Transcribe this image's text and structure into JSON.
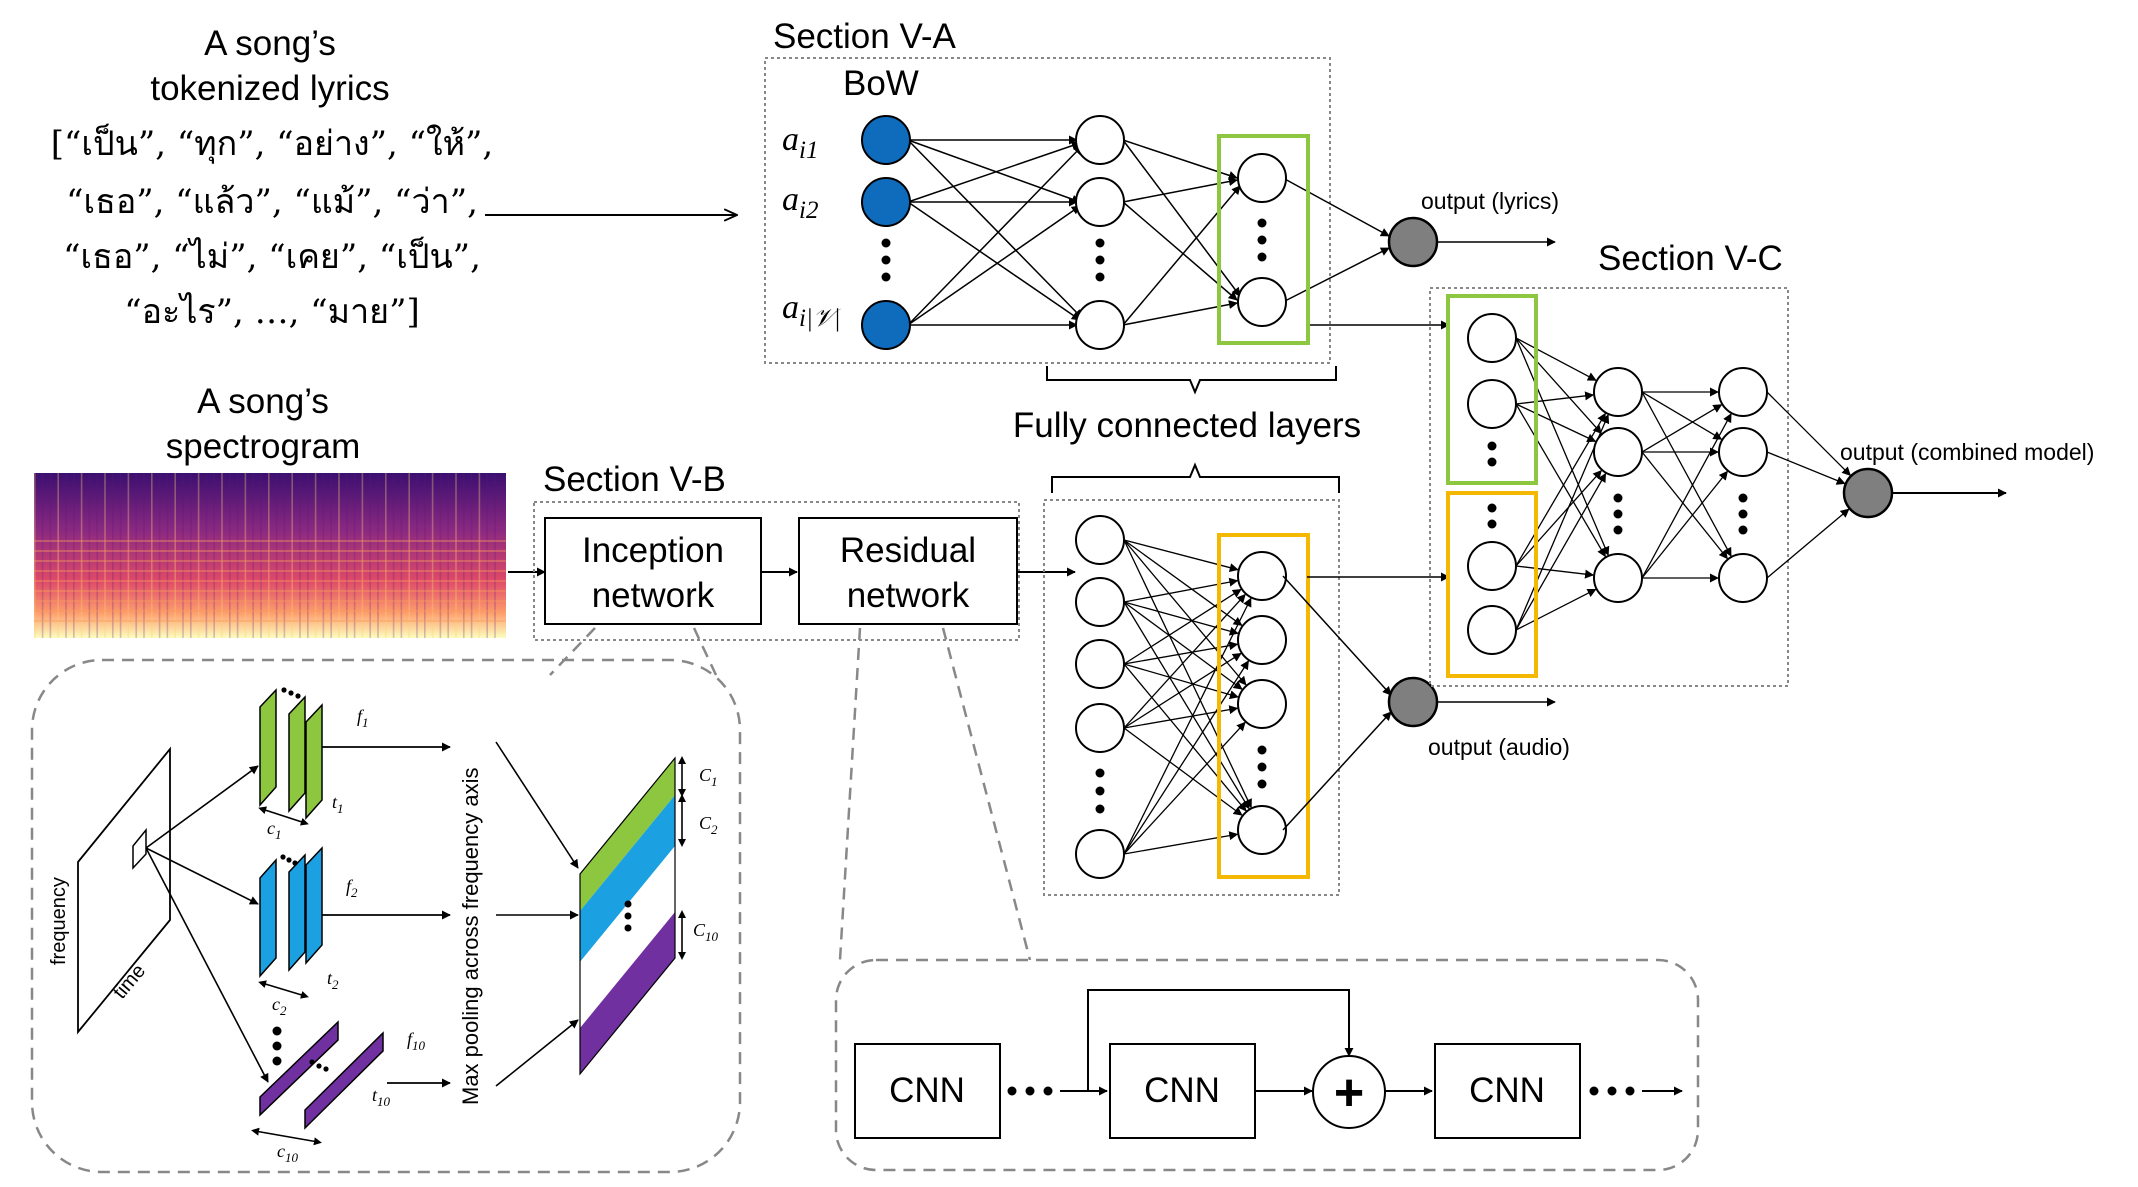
{
  "lyrics": {
    "title_line1": "A song’s",
    "title_line2": "tokenized lyrics",
    "tokens_line1": "[“เป็น”, “ทุก”, “อย่าง”, “ให้”,",
    "tokens_line2": "“เธอ”, “แล้ว”, “แม้”, “ว่า”,",
    "tokens_line3": "“เธอ”, “ไม่”, “เคย”, “เป็น”,",
    "tokens_line4": "“อะไร”, …, “มาย”]"
  },
  "spectrogram": {
    "title_line1": "A song’s",
    "title_line2": "spectrogram"
  },
  "section_a": {
    "title": "Section V-A",
    "bow_label": "BoW",
    "input1_base": "a",
    "input1_sub": "i1",
    "input2_base": "a",
    "input2_sub": "i2",
    "input3_base": "a",
    "input3_sub": "i|𝒱|",
    "output_label": "output (lyrics)"
  },
  "fully_connected_label": "Fully connected layers",
  "section_b": {
    "title": "Section V-B",
    "inception_line1": "Inception",
    "inception_line2": "network",
    "residual_line1": "Residual",
    "residual_line2": "network",
    "output_label": "output (audio)"
  },
  "section_c": {
    "title": "Section V-C",
    "output_label": "output (combined model)"
  },
  "inception_detail": {
    "frequency_label": "frequency",
    "time_label": "time",
    "f1": "f",
    "f1_sub": "1",
    "t1": "t",
    "t1_sub": "1",
    "c1": "c",
    "c1_sub": "1",
    "f2": "f",
    "f2_sub": "2",
    "t2": "t",
    "t2_sub": "2",
    "c2": "c",
    "c2_sub": "2",
    "f10": "f",
    "f10_sub": "10",
    "t10": "t",
    "t10_sub": "10",
    "c10": "c",
    "c10_sub": "10",
    "pool_label": "Max pooling across frequency axis",
    "out_c1": "C",
    "out_c1_sub": "1",
    "out_c2": "C",
    "out_c2_sub": "2",
    "out_c10": "C",
    "out_c10_sub": "10"
  },
  "residual_detail": {
    "cnn1": "CNN",
    "cnn2": "CNN",
    "cnn3": "CNN",
    "plus_symbol": "+"
  },
  "colors": {
    "input_node": "#0f6cbd",
    "output_node": "#7f7f7f",
    "lyrics_box": "#8dc63f",
    "audio_box": "#f5b800",
    "filter_green": "#8dc63f",
    "filter_blue": "#1ba1e2",
    "filter_purple": "#7030a0"
  }
}
